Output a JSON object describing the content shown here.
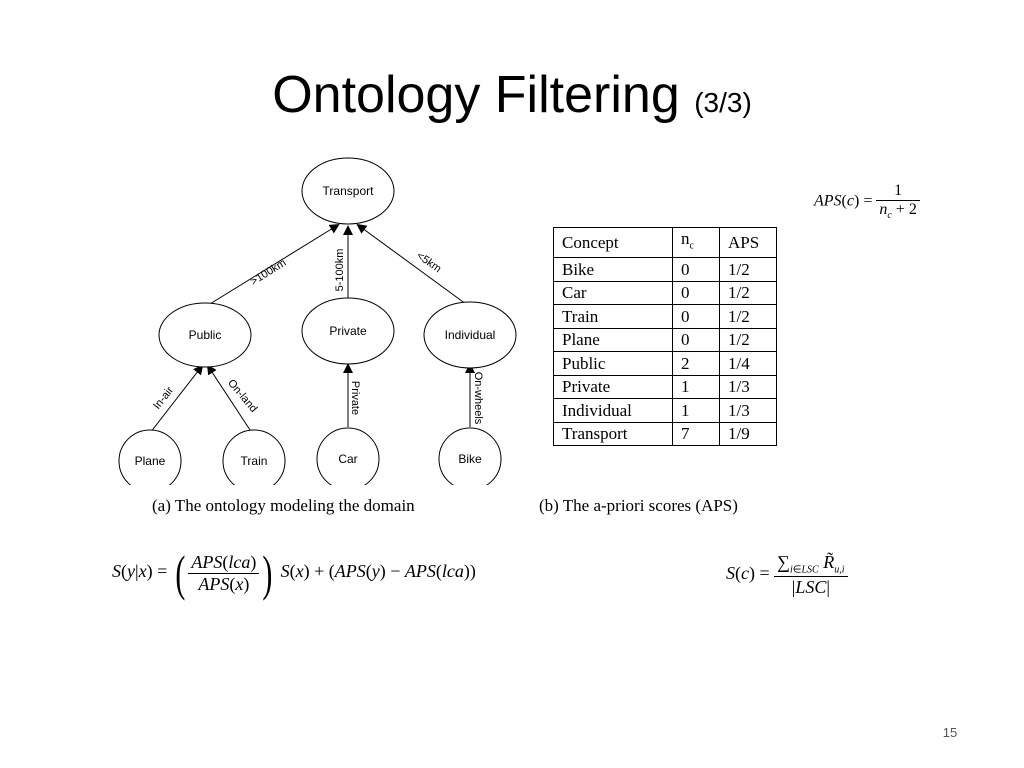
{
  "slide": {
    "title_main": "Ontology Filtering",
    "title_sub": "(3/3)",
    "page_number": "15"
  },
  "ontology": {
    "nodes": {
      "transport": "Transport",
      "public": "Public",
      "private": "Private",
      "individual": "Individual",
      "plane": "Plane",
      "train": "Train",
      "car": "Car",
      "bike": "Bike"
    },
    "edges": {
      "public_transport": ">100km",
      "private_transport": "5-100km",
      "individual_transport": "<5km",
      "plane_public": "In-air",
      "train_public": "On-land",
      "car_private": "Private",
      "bike_individual": "On-wheels"
    },
    "caption": "(a) The ontology modeling the domain"
  },
  "aps_table": {
    "headers": [
      "Concept",
      "n",
      "c",
      "APS"
    ],
    "rows": [
      [
        "Bike",
        "0",
        "1/2"
      ],
      [
        "Car",
        "0",
        "1/2"
      ],
      [
        "Train",
        "0",
        "1/2"
      ],
      [
        "Plane",
        "0",
        "1/2"
      ],
      [
        "Public",
        "2",
        "1/4"
      ],
      [
        "Private",
        "1",
        "1/3"
      ],
      [
        "Individual",
        "1",
        "1/3"
      ],
      [
        "Transport",
        "7",
        "1/9"
      ]
    ],
    "caption": "(b) The a-priori scores (APS)"
  },
  "formulas": {
    "aps_formula": "APS(c) = 1 / (n_c + 2)",
    "similarity_formula": "S(y|x) = (APS(lca) / APS(x)) S(x) + (APS(y) − APS(lca))",
    "score_formula": "S(c) = Σ_{i∈LSC} R̃_{u,i} / |LSC|"
  }
}
